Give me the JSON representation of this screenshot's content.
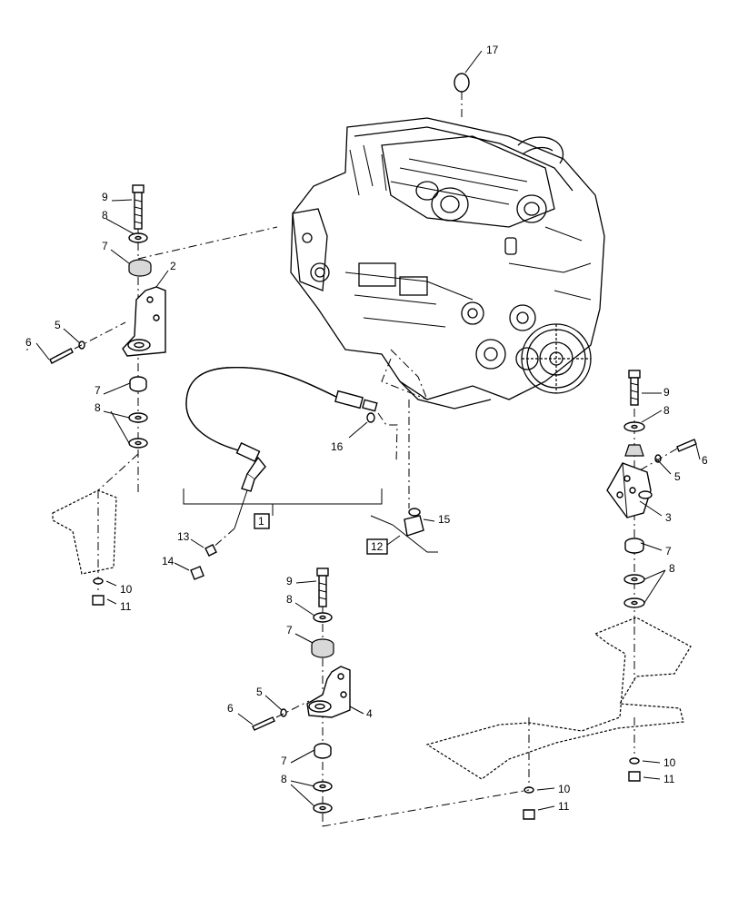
{
  "callouts": {
    "c17": "17",
    "c9a": "9",
    "c8a": "8",
    "c7a": "7",
    "c2": "2",
    "c5a": "5",
    "c6a": "6",
    "c7b": "7",
    "c8b": "8",
    "c10a": "10",
    "c11a": "11",
    "c16": "16",
    "c1": "1",
    "c13": "13",
    "c14": "14",
    "c15": "15",
    "c12": "12",
    "c9c": "9",
    "c8c": "8",
    "c5c": "5",
    "c6c": "6",
    "c3": "3",
    "c7c": "7",
    "c8d": "8",
    "c9d": "9",
    "c8e": "8",
    "c7d": "7",
    "c5d": "5",
    "c6d": "6",
    "c4": "4",
    "c7e": "7",
    "c8f": "8",
    "c10b": "10",
    "c11b": "11",
    "c10c": "10",
    "c11c": "11"
  }
}
